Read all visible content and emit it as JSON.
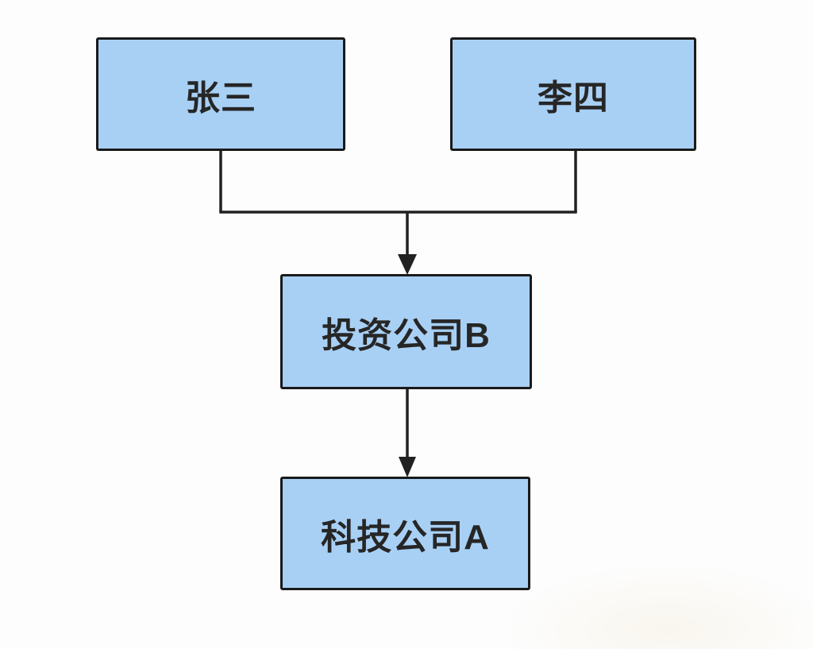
{
  "diagram": {
    "title": "ownership-structure-flowchart",
    "nodes": {
      "zhangsan": {
        "label": "张三"
      },
      "lisi": {
        "label": "李四"
      },
      "investment": {
        "label": "投资公司B"
      },
      "tech": {
        "label": "科技公司A"
      }
    },
    "edges": [
      {
        "from": "zhangsan",
        "to": "investment",
        "style": "merged-elbow-arrow"
      },
      {
        "from": "lisi",
        "to": "investment",
        "style": "merged-elbow-arrow"
      },
      {
        "from": "investment",
        "to": "tech",
        "style": "straight-arrow"
      }
    ],
    "colors": {
      "node_fill": "#A8D0F5",
      "node_border": "#1A1A1A",
      "connector": "#212121",
      "text": "#262626",
      "background": "#FDFDFD"
    }
  }
}
